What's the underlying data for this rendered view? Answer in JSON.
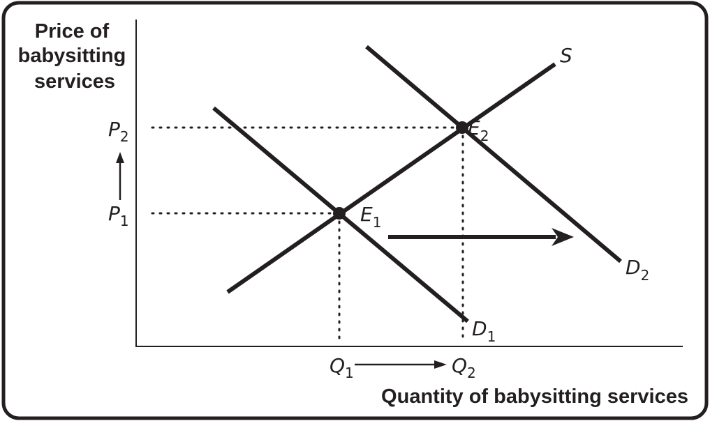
{
  "diagram": {
    "y_axis_title": [
      "Price of",
      "babysitting",
      "services"
    ],
    "x_axis_title": "Quantity of babysitting services",
    "supply_label": "S",
    "demand_initial_label": {
      "base": "D",
      "sub": "1"
    },
    "demand_new_label": {
      "base": "D",
      "sub": "2"
    },
    "equilibrium_initial_label": {
      "base": "E",
      "sub": "1"
    },
    "equilibrium_new_label": {
      "base": "E",
      "sub": "2"
    },
    "price_initial_label": {
      "base": "P",
      "sub": "1"
    },
    "price_new_label": {
      "base": "P",
      "sub": "2"
    },
    "quantity_initial_label": {
      "base": "Q",
      "sub": "1"
    },
    "quantity_new_label": {
      "base": "Q",
      "sub": "2"
    },
    "shift_direction": "right",
    "colors": {
      "ink": "#231f20",
      "background": "#ffffff"
    }
  }
}
